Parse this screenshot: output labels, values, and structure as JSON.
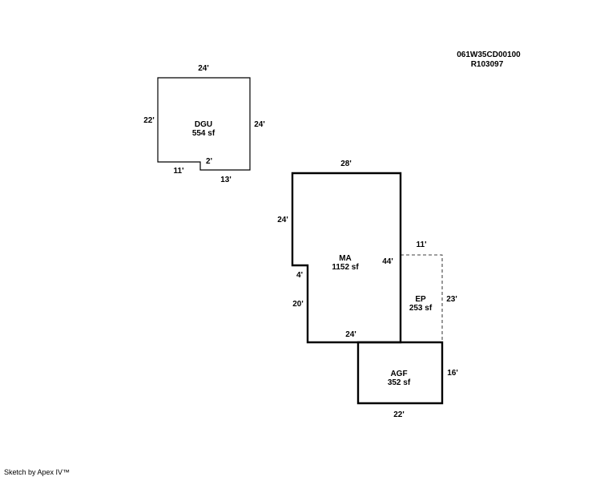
{
  "parcel": {
    "line1": "061W35CD00100",
    "line2": "R103097"
  },
  "dgu": {
    "name": "DGU",
    "area": "554 sf",
    "dims": {
      "top": "24'",
      "left": "22'",
      "right": "24'",
      "step": "2'",
      "bottom_left": "11'",
      "bottom_right": "13'"
    }
  },
  "ma": {
    "name": "MA",
    "area": "1152 sf",
    "dims": {
      "top": "28'",
      "left_upper": "24'",
      "notch": "4'",
      "left_lower": "20'",
      "right": "44'",
      "bottom": "24'"
    }
  },
  "ep": {
    "name": "EP",
    "area": "253 sf",
    "dims": {
      "top": "11'",
      "right": "23'"
    }
  },
  "agf": {
    "name": "AGF",
    "area": "352 sf",
    "dims": {
      "right": "16'",
      "bottom": "22'"
    }
  },
  "footer": {
    "credit": "Sketch by Apex IV™"
  }
}
